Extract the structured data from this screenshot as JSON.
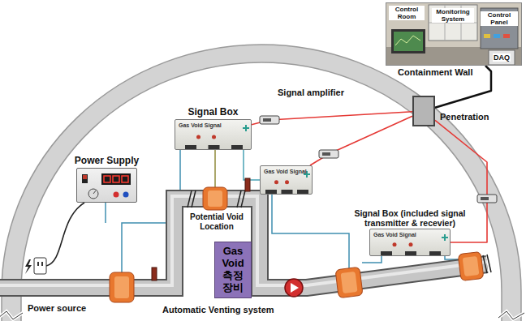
{
  "diagram": {
    "nodes": [
      {
        "text": [
          "Monitoring System",
          "Control Room",
          "Control Panel",
          "DAQ"
        ]
      },
      {
        "text": [
          "Penetration"
        ]
      },
      {
        "text": [
          "Signal Box",
          "Gas Void Signal"
        ]
      },
      {
        "text": [
          "Power Supply"
        ]
      },
      {
        "text": [
          "Gas Void Signal"
        ]
      },
      {
        "text": [
          "Signal Box (included signal transmitter & recevier)",
          "Gas Void Signal"
        ]
      },
      {
        "text": [
          "Gas Void 측정 장비"
        ]
      }
    ],
    "edges": [
      {
        "from": 1,
        "to": 0,
        "arrow": "none"
      },
      {
        "from": 2,
        "to": 1,
        "arrow": "none"
      },
      {
        "from": 4,
        "to": 1,
        "arrow": "none"
      },
      {
        "from": 5,
        "to": 1,
        "arrow": "none"
      }
    ],
    "labels": [
      "Containment Wall",
      "Signal amplifier",
      "Potential Void Location",
      "Power source",
      "Automatic Venting system"
    ]
  }
}
